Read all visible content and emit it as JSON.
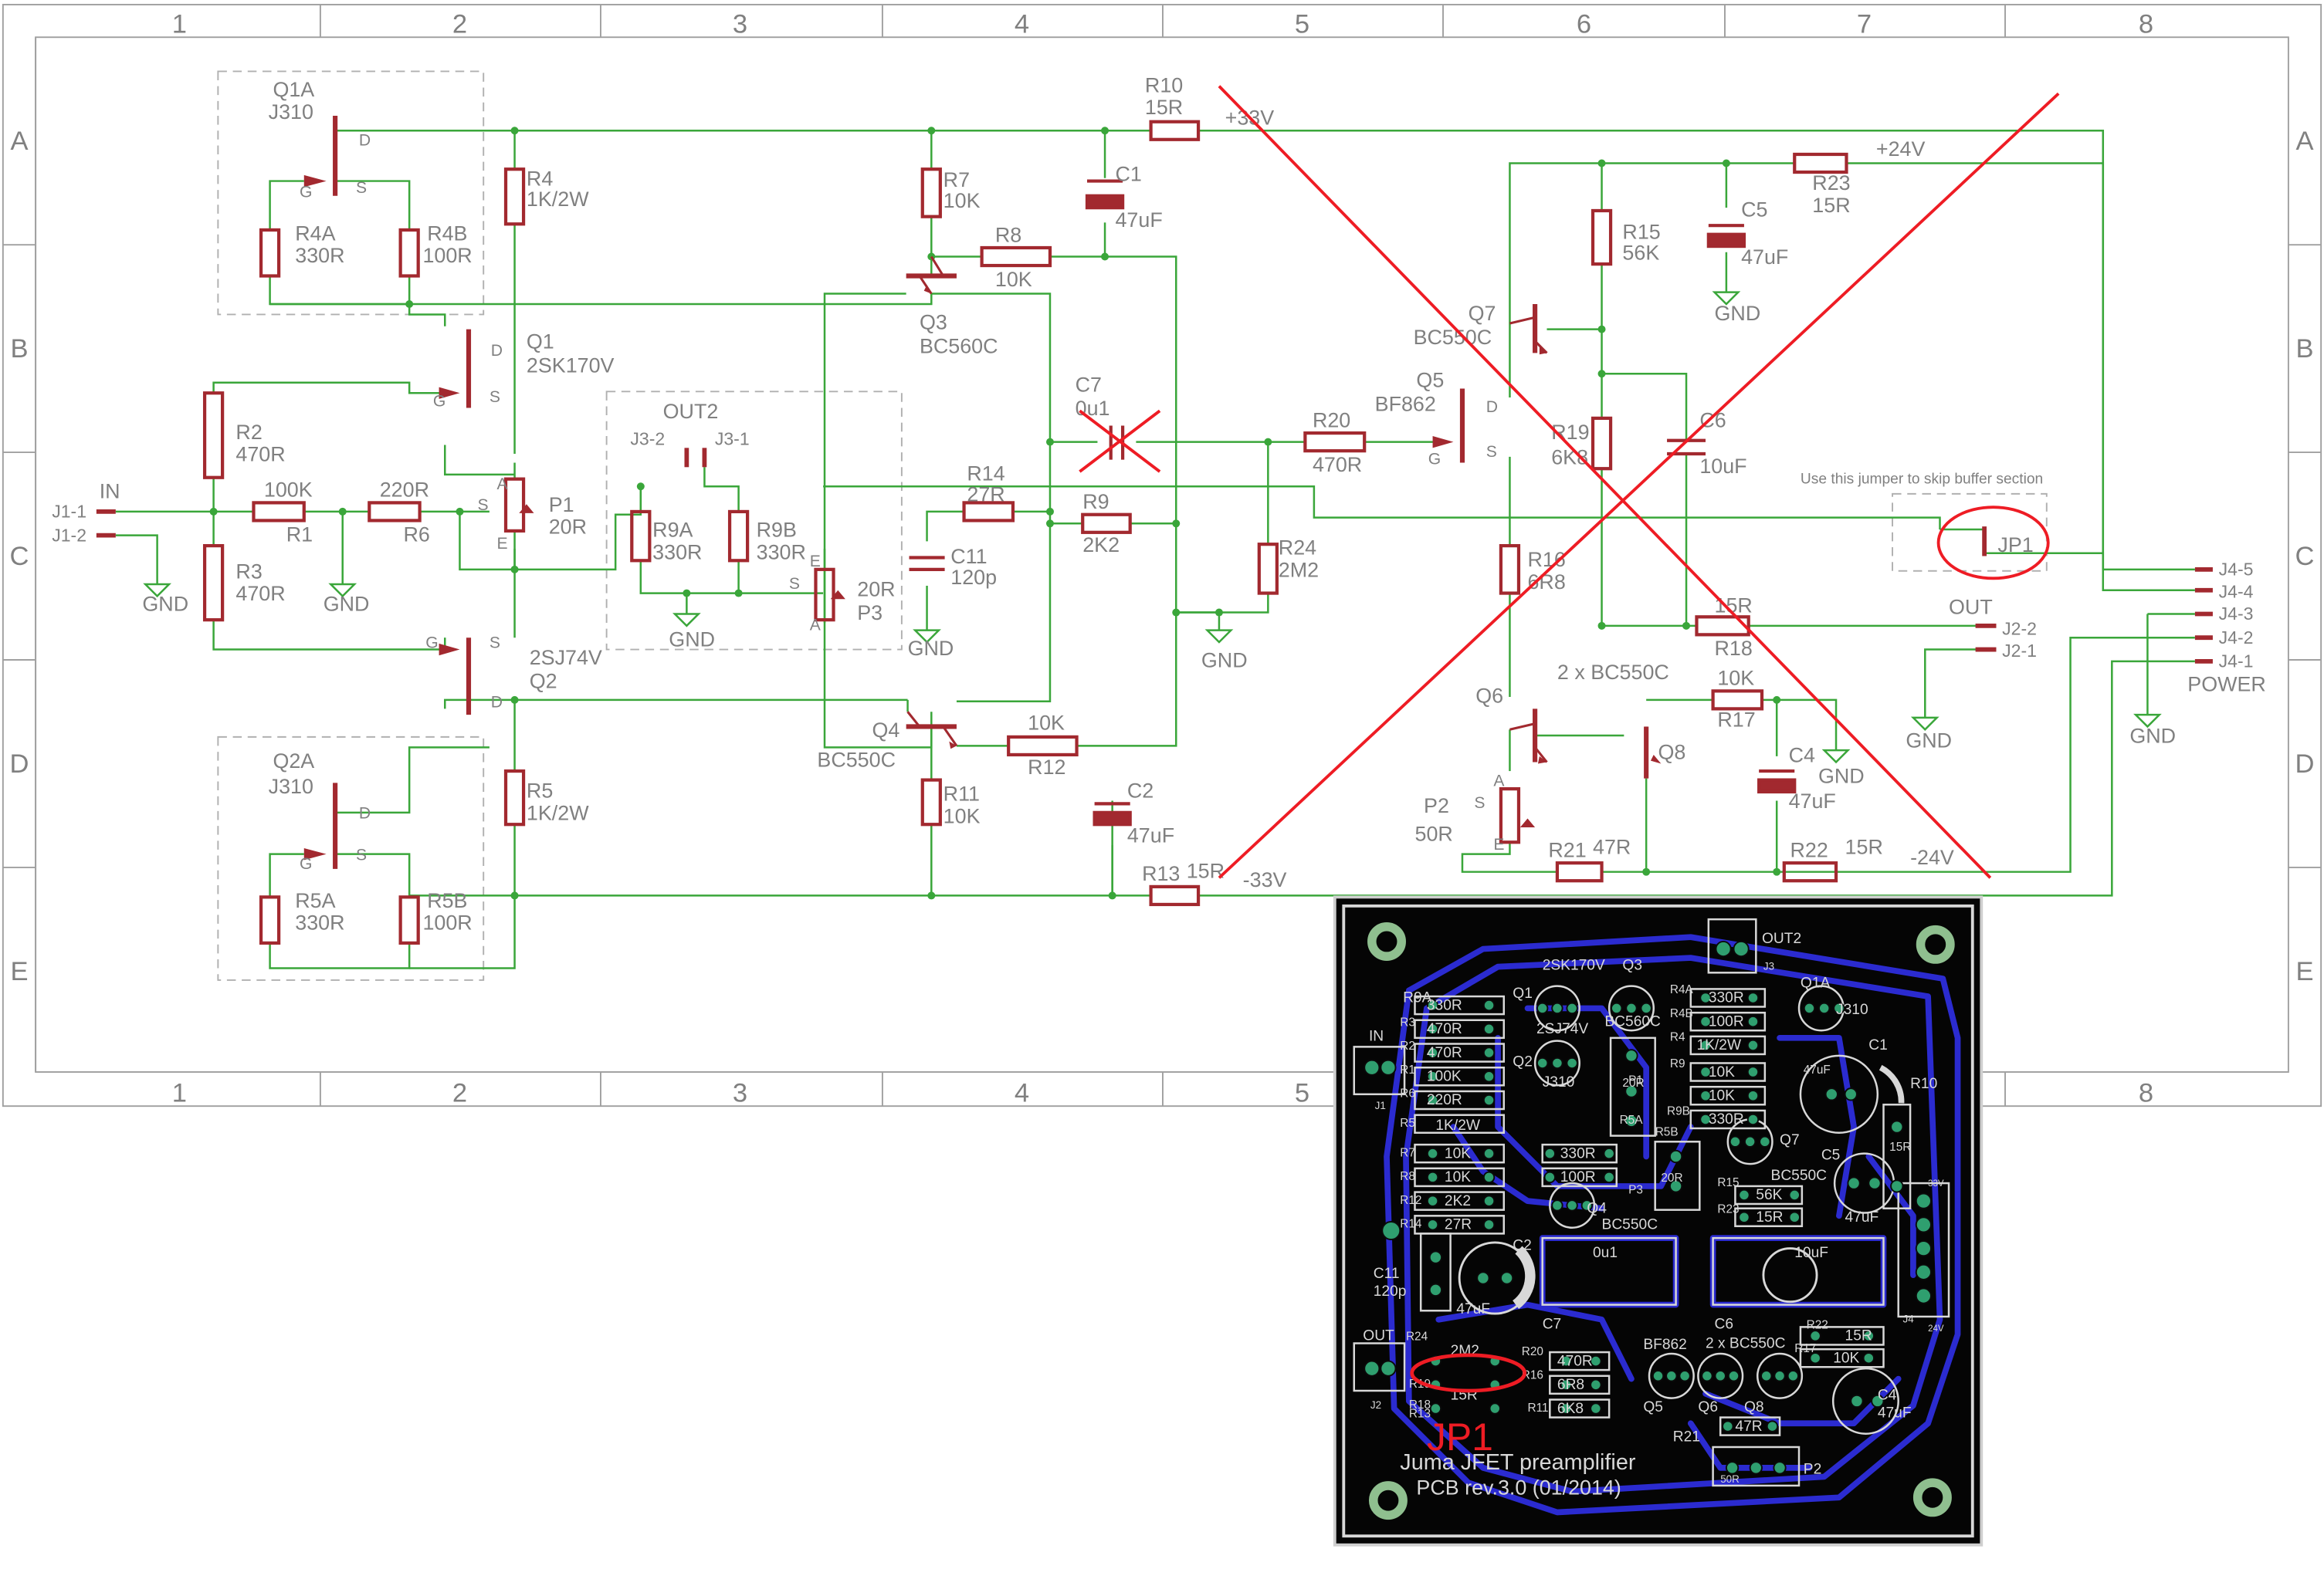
{
  "frame": {
    "columns": [
      "1",
      "2",
      "3",
      "4",
      "5",
      "6",
      "7",
      "8"
    ],
    "rows": [
      "A",
      "B",
      "C",
      "D",
      "E"
    ]
  },
  "colors": {
    "wire": "#3aa63a",
    "component": "#a2292f",
    "label": "#808080",
    "frame": "#a0a0a0",
    "dashed": "#b0b0b0",
    "annotation": "#ee1c24",
    "pcb_bg": "#050505",
    "pcb_trace": "#2b2bd0",
    "pcb_pad": "#2f9f6f",
    "pcb_silk": "#d8d8d8"
  },
  "labels": {
    "in": "IN",
    "j1_1": "J1-1",
    "j1_2": "J1-2",
    "gnd": "GND",
    "r1": "R1",
    "r1_val": "100K",
    "r6": "R6",
    "r6_val": "220R",
    "r2": "R2",
    "r2_val": "470R",
    "r3": "R3",
    "r3_val": "470R",
    "q1a": "Q1A",
    "q1a_type": "J310",
    "q2a": "Q2A",
    "q2a_type": "J310",
    "r4a": "R4A",
    "r4a_val": "330R",
    "r4b": "R4B",
    "r4b_val": "100R",
    "r5a": "R5A",
    "r5a_val": "330R",
    "r5b": "R5B",
    "r5b_val": "100R",
    "r4": "R4",
    "r4_val": "1K/2W",
    "r5": "R5",
    "r5_val": "1K/2W",
    "q1": "Q1",
    "q1_type": "2SK170V",
    "q2": "Q2",
    "q2_type": "2SJ74V",
    "p1": "P1",
    "p1_val": "20R",
    "out2": "OUT2",
    "j3_2": "J3-2",
    "j3_1": "J3-1",
    "r9a": "R9A",
    "r9a_val": "330R",
    "r9b": "R9B",
    "r9b_val": "330R",
    "p3": "P3",
    "p3_val": "20R",
    "r7": "R7",
    "r7_val": "10K",
    "r8": "R8",
    "r8_val": "10K",
    "q3": "Q3",
    "q3_type": "BC560C",
    "r10": "R10",
    "r10_val": "15R",
    "c1": "C1",
    "c1_val": "47uF",
    "plus33": "+33V",
    "minus33": "-33V",
    "c7": "C7",
    "c7_val": "0u1",
    "r14": "R14",
    "r14_val": "27R",
    "r9": "R9",
    "r9_val": "2K2",
    "c11": "C11",
    "c11_val": "120p",
    "q4": "Q4",
    "q4_type": "BC550C",
    "r12": "R12",
    "r12_val": "10K",
    "r11": "R11",
    "r11_val": "10K",
    "c2": "C2",
    "c2_val": "47uF",
    "r13": "R13",
    "r13_val": "15R",
    "r20": "R20",
    "r20_val": "470R",
    "r24": "R24",
    "r24_val": "2M2",
    "q5": "Q5",
    "q5_type": "BF862",
    "q7": "Q7",
    "q7_type": "BC550C",
    "r15": "R15",
    "r15_val": "56K",
    "r19": "R19",
    "r19_val": "6K8",
    "c6": "C6",
    "c6_val": "10uF",
    "c5": "C5",
    "c5_val": "47uF",
    "r23": "R23",
    "r23_val": "15R",
    "plus24": "+24V",
    "minus24": "-24V",
    "r16": "R16",
    "r16_val": "6R8",
    "r18": "R18",
    "r18_val": "15R",
    "q6": "Q6",
    "q6_q8_note": "2 x BC550C",
    "q8": "Q8",
    "r17": "R17",
    "r17_val": "10K",
    "c4": "C4",
    "c4_val": "47uF",
    "p2": "P2",
    "p2_val": "50R",
    "r21": "R21",
    "r21_val": "47R",
    "r22": "R22",
    "r22_val": "15R",
    "jp1": "JP1",
    "jumper_note": "Use this jumper to skip buffer section",
    "out": "OUT",
    "j2_2": "J2-2",
    "j2_1": "J2-1",
    "j4_5": "J4-5",
    "j4_4": "J4-4",
    "j4_3": "J4-3",
    "j4_2": "J4-2",
    "j4_1": "J4-1",
    "power": "POWER",
    "pin_g": "G",
    "pin_d": "D",
    "pin_s": "S",
    "pin_e": "E",
    "pin_a": "A"
  },
  "pcb": {
    "title": "Juma JFET preamplifier",
    "revision": "PCB rev.3.0 (01/2014)",
    "jp1_mark": "JP1",
    "labels": {
      "out2": "OUT2",
      "in": "IN",
      "out": "OUT",
      "j1": "J1",
      "j2": "J2",
      "j3": "J3",
      "j4": "J4",
      "q1a": "Q1A",
      "j310_a": "J310",
      "j310_b": "J310",
      "sk170": "2SK170V",
      "sj74": "2SJ74V",
      "bc560c": "BC560C",
      "q1": "Q1",
      "q2": "Q2",
      "q3": "Q3",
      "q4": "Q4",
      "q5": "Q5",
      "q6": "Q6",
      "q7": "Q7",
      "q8": "Q8",
      "bc550c_a": "BC550C",
      "bc550c_b": "BC550C",
      "bf862": "BF862",
      "two_bc550c": "2 x BC550C",
      "r9a": "R9A",
      "r3": "R3",
      "r2": "R2",
      "r1": "R1",
      "r6": "R6",
      "r5": "R5",
      "r7": "R7",
      "r8": "R8",
      "r12": "R12",
      "r14": "R14",
      "r4a": "R4A",
      "r4b": "R4B",
      "r4": "R4",
      "r9": "R9",
      "r9b": "R9B",
      "r5a": "R5A",
      "r5b": "R5B",
      "r10": "R10",
      "r15": "R15",
      "r19": "R19",
      "r23": "R23",
      "r16": "R16",
      "r17": "R17",
      "r18": "R18",
      "r20": "R20",
      "r21": "R21",
      "r22": "R22",
      "r24": "R24",
      "r13": "R13",
      "r11": "R11",
      "p1": "P1",
      "p2": "P2",
      "p3": "P3",
      "c1": "C1",
      "c2": "C2",
      "c4": "C4",
      "c5": "C5",
      "c6": "C6",
      "c7": "C7",
      "c11": "C11",
      "v330r_a": "330R",
      "v470r_a": "470R",
      "v470r_b": "470R",
      "v100k": "100K",
      "v220r": "220R",
      "v330r_b": "330R",
      "v100r_a": "100R",
      "v1k2w_a": "1K/2W",
      "v10k_a": "10K",
      "v10k_b": "10K",
      "v330r_c": "330R",
      "v1k2w_b": "1K/2W",
      "v10k_c": "10K",
      "v10k_d": "10K",
      "v2k2": "2K2",
      "v27r": "27R",
      "v330r_d": "330R",
      "v100r_b": "100R",
      "v20r_a": "20R",
      "v20r_b": "20R",
      "v56k": "56K",
      "v15r_a": "15R",
      "v47uf_a": "47uF",
      "v47uf_b": "47uF",
      "v47uf_c": "47uF",
      "v47uf_d": "47uF",
      "v0u1": "0u1",
      "v10uf": "10uF",
      "v120p": "120p",
      "v15r_b": "15R",
      "v15r_c": "15R",
      "v15r_d": "15R",
      "v2m2": "2M2",
      "v470r_c": "470R",
      "v6r8": "6R8",
      "v6k8": "6K8",
      "v10k_e": "10K",
      "v47r": "47R",
      "v50r": "50R",
      "v33v": "33V",
      "v24v": "24V"
    }
  }
}
